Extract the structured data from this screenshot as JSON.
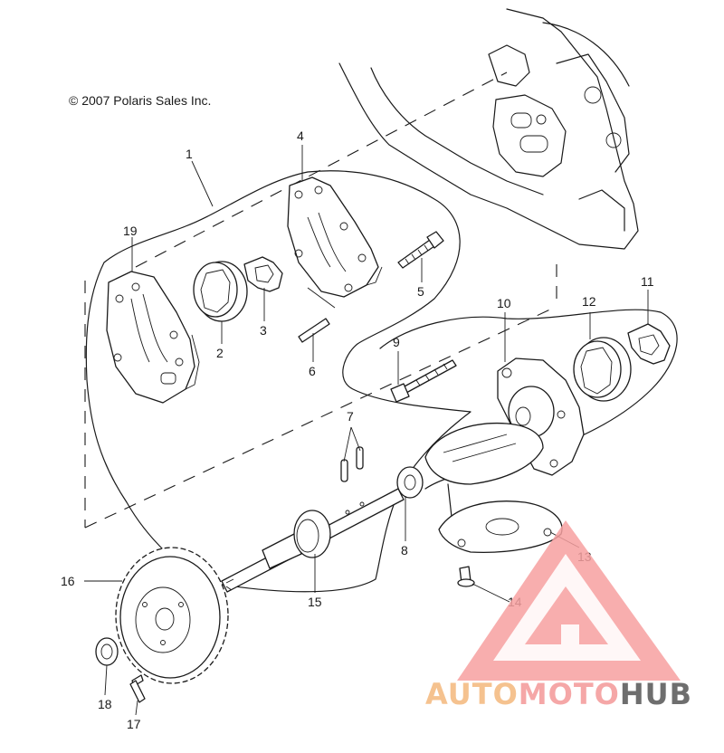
{
  "copyright": "© 2007 Polaris Sales Inc.",
  "watermark": {
    "part_auto": "AUTO",
    "part_moto": "MOTO",
    "part_hub": "HUB",
    "color_auto": "#f5c28f",
    "color_moto": "#f5a7a7",
    "color_hub": "#6e6e6e",
    "logo_color": "#f7a0a0"
  },
  "callouts": [
    "1",
    "2",
    "3",
    "4",
    "5",
    "6",
    "7",
    "8",
    "9",
    "10",
    "11",
    "12",
    "13",
    "14",
    "15",
    "16",
    "17",
    "18",
    "19"
  ]
}
